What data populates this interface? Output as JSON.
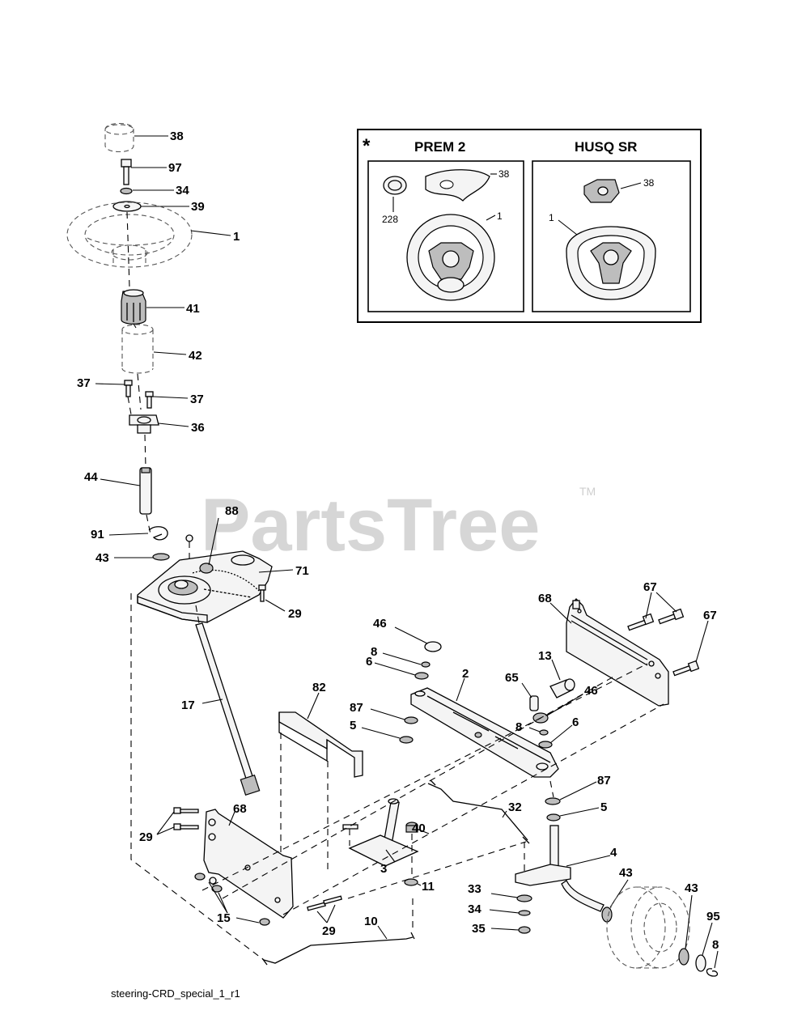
{
  "watermark": {
    "text": "PartsTree",
    "tm": "TM"
  },
  "caption": "steering-CRD_special_1_r1",
  "inset": {
    "marker": "*",
    "left_title": "PREM 2",
    "right_title": "HUSQ SR",
    "left_labels": {
      "a": "38",
      "b": "228",
      "c": "1"
    },
    "right_labels": {
      "a": "38",
      "b": "1"
    }
  },
  "callouts": {
    "c38": "38",
    "c97": "97",
    "c34a": "34",
    "c39": "39",
    "c1": "1",
    "c41": "41",
    "c42": "42",
    "c37a": "37",
    "c37b": "37",
    "c36": "36",
    "c44": "44",
    "c88": "88",
    "c91": "91",
    "c43a": "43",
    "c71": "71",
    "c29a": "29",
    "c17": "17",
    "c82": "82",
    "c46a": "46",
    "c8a": "8",
    "c6a": "6",
    "c87a": "87",
    "c5a": "5",
    "c2": "2",
    "c65": "65",
    "c13": "13",
    "c46b": "46",
    "c8b": "8",
    "c6b": "6",
    "c68a": "68",
    "c67a": "67",
    "c67b": "67",
    "c87b": "87",
    "c5b": "5",
    "c4": "4",
    "c40": "40",
    "c32": "32",
    "c3": "3",
    "c11": "11",
    "c68b": "68",
    "c29b": "29",
    "c15": "15",
    "c29c": "29",
    "c10": "10",
    "c33": "33",
    "c34b": "34",
    "c35": "35",
    "c43b": "43",
    "c43c": "43",
    "c95": "95",
    "c8c": "8"
  }
}
